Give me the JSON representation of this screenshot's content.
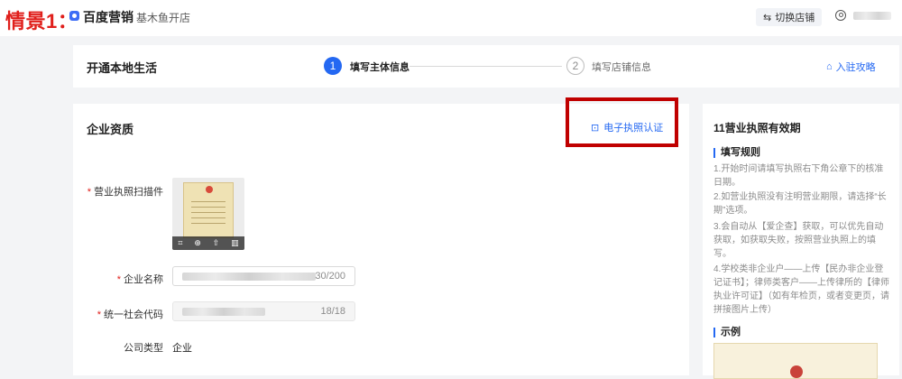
{
  "annotation": {
    "scene_label": "情景1："
  },
  "topbar": {
    "brand": "百度营销",
    "store_name": "基木鱼开店",
    "switch_store": "切换店铺"
  },
  "steps": {
    "title": "开通本地生活",
    "step1_number": "1",
    "step1_label": "填写主体信息",
    "step2_number": "2",
    "step2_label": "填写店铺信息",
    "guide_link": "入驻攻略"
  },
  "main": {
    "section_title": "企业资质",
    "ebiz_link": "电子执照认证",
    "license_label": "营业执照扫描件",
    "company_name_label": "企业名称",
    "company_name_counter": "30/200",
    "credit_code_label": "统一社会代码",
    "credit_code_counter": "18/18",
    "company_type_label": "公司类型",
    "company_type_value": "企业"
  },
  "side": {
    "title": "11营业执照有效期",
    "rules_heading": "填写规则",
    "rules": [
      "1.开始时间请填写执照右下角公章下的核准日期。",
      "2.如营业执照没有注明营业期限，请选择“长期”选项。",
      "3.会自动从【爱企查】获取，可以优先自动获取，如获取失败，按照营业执照上的填写。",
      "4.学校类非企业户——上传【民办非企业登记证书】；律师类客户——上传律所的【律师执业许可证】（如有年检页，或者变更页，请拼接图片上传）"
    ],
    "example_heading": "示例"
  },
  "colors": {
    "accent": "#2468f2",
    "annotation_red": "#c00000",
    "required_red": "#e0201c"
  },
  "icons": {
    "switch": "swap-arrows-icon",
    "user": "user-icon",
    "guide": "home-icon",
    "ebiz": "certificate-icon",
    "toolbar": [
      "crop-icon",
      "zoom-icon",
      "upload-icon",
      "delete-icon"
    ]
  }
}
